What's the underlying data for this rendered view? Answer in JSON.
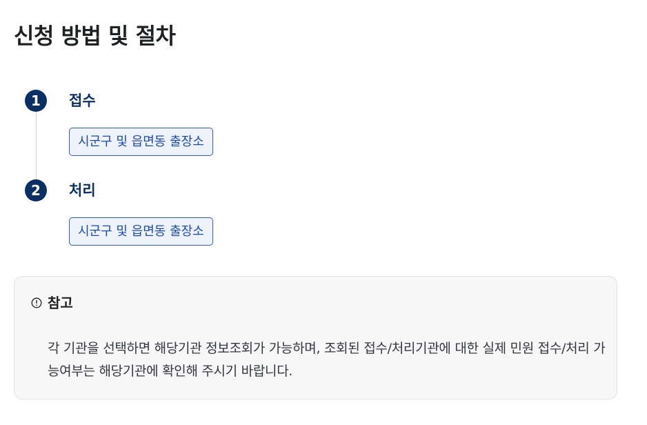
{
  "page": {
    "title": "신청 방법 및 절차"
  },
  "steps": [
    {
      "number": "1",
      "title": "접수",
      "office": "시군구 및 읍면동 출장소"
    },
    {
      "number": "2",
      "title": "처리",
      "office": "시군구 및 읍면동 출장소"
    }
  ],
  "note": {
    "icon": "exclamation-circle-icon",
    "title": "참고",
    "body": "각 기관을 선택하면 해당기관 정보조회가 가능하며, 조회된 접수/처리기관에 대한 실제 민원 접수/처리 가능여부는 해당기관에 확인해 주시기 바랍니다."
  },
  "colors": {
    "step_accent": "#0b2e63",
    "chip_border": "#2f5cc7",
    "chip_text": "#1c49b0",
    "note_background": "#f7f7f8"
  }
}
